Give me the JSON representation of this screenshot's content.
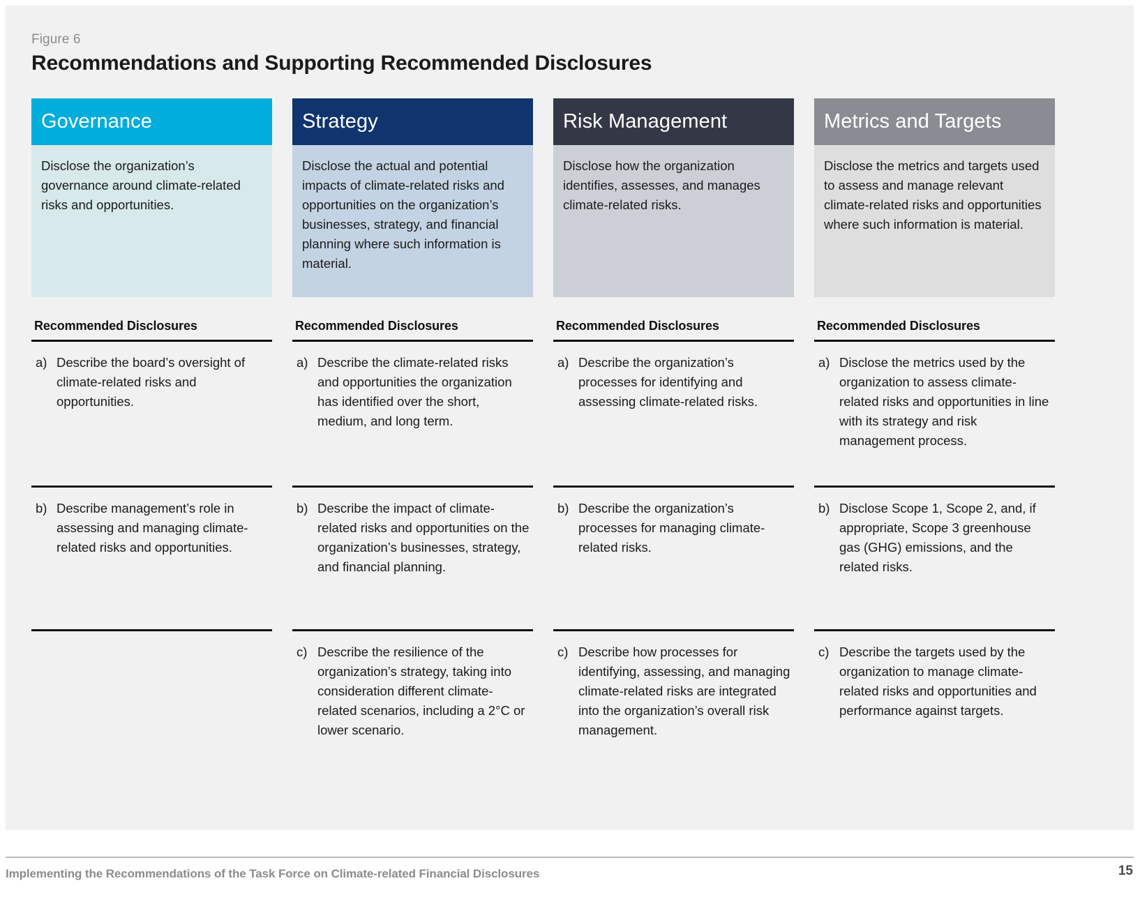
{
  "figure": {
    "label": "Figure 6",
    "title": "Recommendations and Supporting Recommended Disclosures",
    "disclosures_heading": "Recommended Disclosures"
  },
  "colors": {
    "page_background": "#ffffff",
    "panel_background": "#f1f1f1",
    "governance_header": "#00addb",
    "governance_body": "#d7e9ea",
    "strategy_header": "#10356e",
    "strategy_body": "#c3d3e3",
    "risk_header": "#343846",
    "risk_body": "#ccd0d6",
    "metrics_header": "#898d93",
    "metrics_body": "#dedede",
    "rule": "#111111",
    "footer_rule": "#b9b9b9",
    "footer_text": "#8c8c8c"
  },
  "columns": [
    {
      "id": "governance",
      "title": "Governance",
      "description": "Disclose the organization’s governance around climate-related risks and opportunities.",
      "disclosures_heading": "Recommended Disclosures",
      "items": [
        {
          "letter": "a)",
          "text": "Describe the board’s oversight of climate-related risks and opportunities."
        },
        {
          "letter": "b)",
          "text": "Describe management’s role in assessing and managing climate-related risks and opportunities."
        }
      ]
    },
    {
      "id": "strategy",
      "title": "Strategy",
      "description": "Disclose the actual and potential impacts of climate-related risks and opportunities on the organization’s businesses, strategy, and financial planning where such information is material.",
      "disclosures_heading": "Recommended Disclosures",
      "items": [
        {
          "letter": "a)",
          "text": "Describe the climate-related risks and opportunities the organization has identified over the short, medium, and long term."
        },
        {
          "letter": "b)",
          "text": "Describe the impact of climate-related risks and opportunities on the organization’s businesses, strategy, and financial planning."
        },
        {
          "letter": "c)",
          "text": "Describe the resilience of the organization’s strategy, taking into consideration different climate-related scenarios, including a 2°C or lower scenario."
        }
      ]
    },
    {
      "id": "risk-management",
      "title": "Risk Management",
      "description": "Disclose how the organization identifies, assesses, and manages climate-related risks.",
      "disclosures_heading": "Recommended Disclosures",
      "items": [
        {
          "letter": "a)",
          "text": "Describe the organization’s processes for identifying and assessing climate-related risks."
        },
        {
          "letter": "b)",
          "text": "Describe the organization’s processes for managing climate-related risks."
        },
        {
          "letter": "c)",
          "text": "Describe how processes for identifying, assessing, and managing climate-related risks are integrated into the organization’s overall risk management."
        }
      ]
    },
    {
      "id": "metrics-and-targets",
      "title": "Metrics and Targets",
      "description": "Disclose the metrics and targets used to assess and manage relevant climate-related risks and opportunities where such information is material.",
      "disclosures_heading": "Recommended Disclosures",
      "items": [
        {
          "letter": "a)",
          "text": "Disclose the metrics used by the organization to assess climate-related risks and opportunities in line with its strategy and risk management process."
        },
        {
          "letter": "b)",
          "text": "Disclose Scope 1, Scope 2, and, if appropriate, Scope 3 greenhouse gas (GHG) emissions, and the related risks."
        },
        {
          "letter": "c)",
          "text": "Describe the targets used by the organization to manage climate-related risks and opportunities and performance against targets."
        }
      ]
    }
  ],
  "footer": {
    "text": "Implementing the Recommendations of the Task Force on Climate-related Financial Disclosures",
    "page_number": "15"
  }
}
